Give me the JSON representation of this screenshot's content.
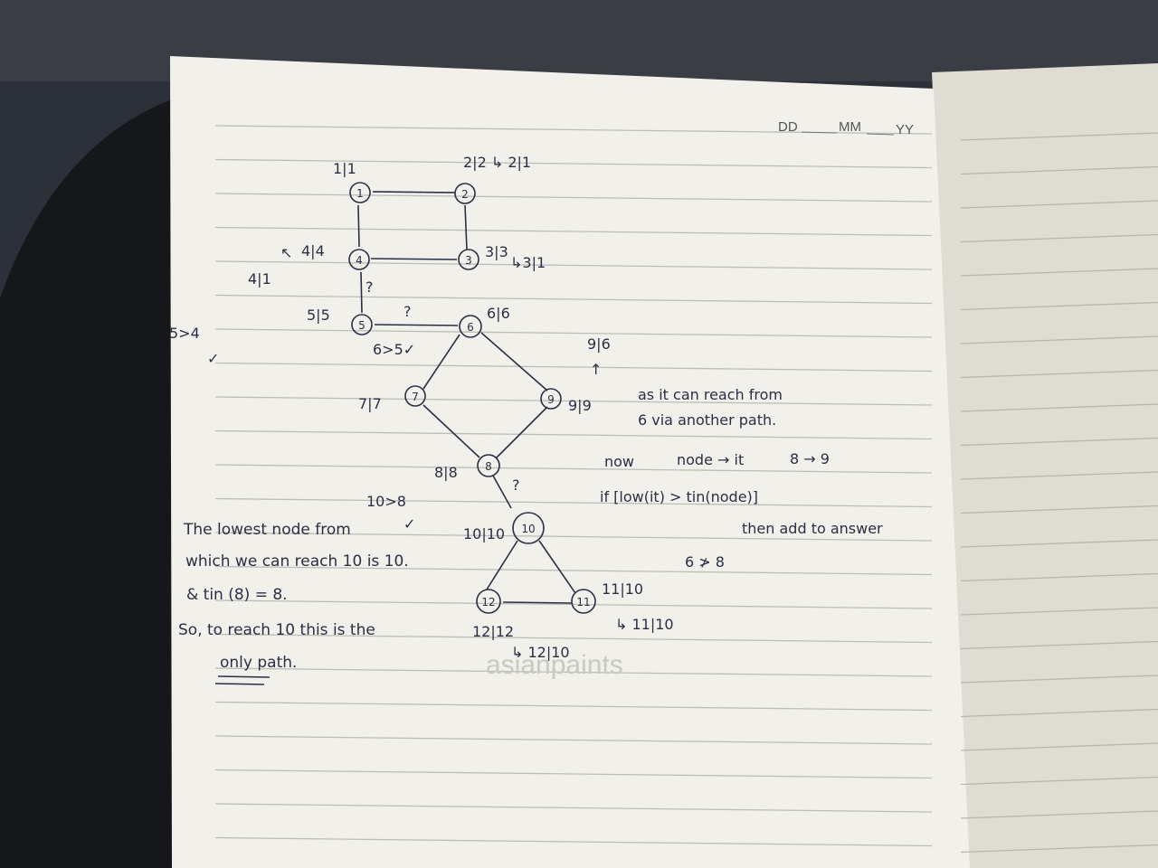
{
  "header": {
    "dd": "DD",
    "mm": "MM",
    "yy": "YY"
  },
  "nodes": [
    "1",
    "2",
    "3",
    "4",
    "5",
    "6",
    "7",
    "8",
    "9",
    "10",
    "11",
    "12"
  ],
  "labels": {
    "n1": "1|1",
    "n2": "2|2 ↳ 2|1",
    "n3": "3|3",
    "n3b": "↳3|1",
    "n4": "4|4",
    "n4b": "4|1",
    "n5": "5|5",
    "n6": "6|6",
    "n7": "7|7",
    "n8": "8|8",
    "n9": "9|9",
    "n9b": "9|6",
    "n10": "10|10",
    "n11": "11|10",
    "n11b": "↳ 11|10",
    "n12": "12|12",
    "n12b": "↳ 12|10",
    "q1": "?",
    "q2": "?",
    "q3": "?",
    "cmp1": "6>5✓",
    "cmp2": "10>8",
    "check": "✓",
    "side": "5>4",
    "side_check": "✓",
    "arrow_up": "↑",
    "arrow_left": "↖"
  },
  "notes": {
    "right1": "as it can reach from",
    "right2": "6 via another path.",
    "now": "now",
    "node_it": "node → it",
    "eight_nine": "8 → 9",
    "cond": "if [low(it) > tin(node)]",
    "then": "then add to answer",
    "neq": "6 ≯ 8",
    "left1": "The lowest node from",
    "left2": "which we can reach 10 is 10.",
    "left3": "& tin (8) = 8.",
    "left4": "So, to   reach 10 this is the",
    "left5": "only path."
  },
  "watermark": "asianpaints"
}
